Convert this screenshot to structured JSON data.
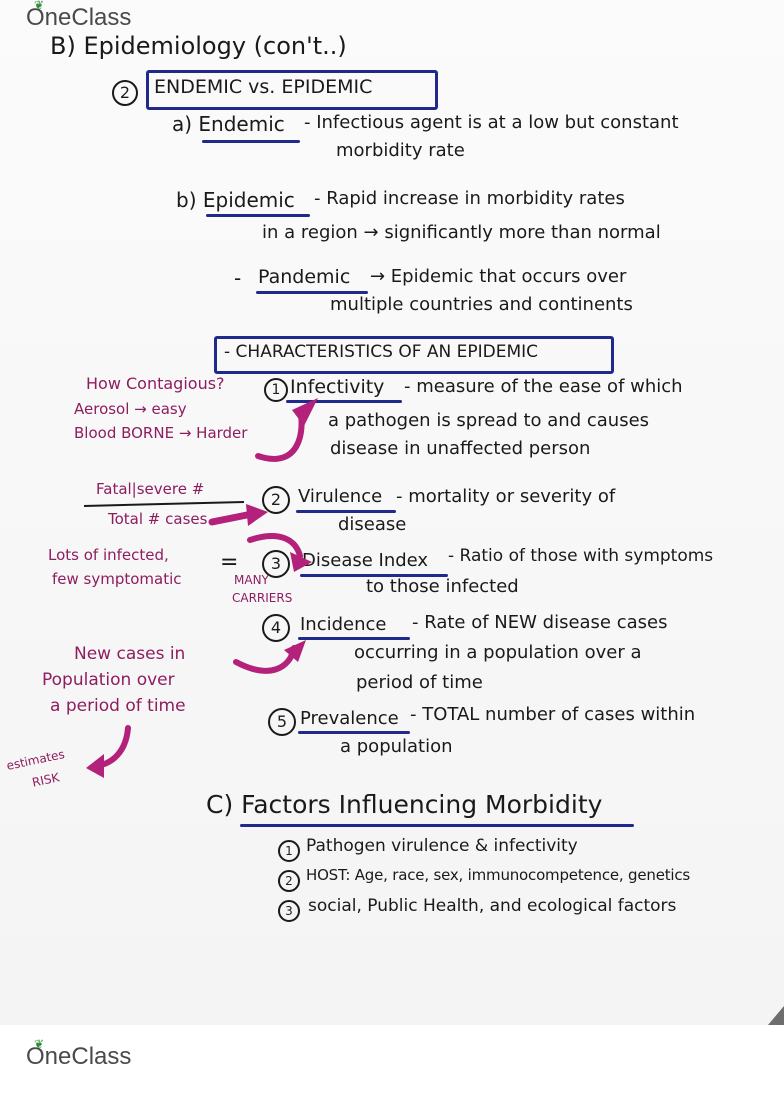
{
  "brand": {
    "logo_text": "OneClass",
    "leaf_color": "#2f8f3a"
  },
  "colors": {
    "ink": "#1a1a1a",
    "pen_blue": "#1f2a8a",
    "pen_magenta": "#8e1d5f"
  },
  "notes": {
    "heading": "B) Epidemiology (con't..)",
    "section2": {
      "number": "2",
      "title": "ENDEMIC vs. EPIDEMIC",
      "a_term": "a) Endemic",
      "a_def_1": "- Infectious agent is at a low but constant",
      "a_def_2": "morbidity rate",
      "b_term": "b) Epidemic",
      "b_def_1": "- Rapid increase in morbidity rates",
      "b_def_2": "in a region → significantly more than normal",
      "pandemic_dash": "-",
      "pandemic_term": "Pandemic",
      "pandemic_def_1": "→ Epidemic that occurs over",
      "pandemic_def_2": "multiple countries and continents"
    },
    "characteristics": {
      "title": "- CHARACTERISTICS OF AN EPIDEMIC",
      "items": [
        {
          "num": "1",
          "term": "Infectivity",
          "def_1": "- measure of the ease of which",
          "def_2": "a pathogen is spread to and causes",
          "def_3": "disease in unaffected person"
        },
        {
          "num": "2",
          "term": "Virulence",
          "def_1": "- mortality or severity of",
          "def_2": "disease"
        },
        {
          "num": "3",
          "term": "Disease Index",
          "def_1": "- Ratio of those with symptoms",
          "def_2": "to those infected"
        },
        {
          "num": "4",
          "term": "Incidence",
          "def_1": "- Rate of NEW disease cases",
          "def_2": "occurring in a population over a",
          "def_3": "period of time"
        },
        {
          "num": "5",
          "term": "Prevalence",
          "def_1": "- TOTAL number of cases within",
          "def_2": "a population"
        }
      ]
    },
    "margin": {
      "contagious_1": "How Contagious?",
      "contagious_2": "Aerosol → easy",
      "contagious_3": "Blood BORNE → Harder",
      "fatal_num": "Fatal|severe #",
      "fatal_den": "Total # cases",
      "infected_1": "Lots of infected,",
      "infected_2": "few symptomatic",
      "equals": "=",
      "carriers_1": "MANY",
      "carriers_2": "CARRIERS",
      "newcases_1": "New cases in",
      "newcases_2": "Population over",
      "newcases_3": "a period of time",
      "estimates_1": "estimates",
      "estimates_2": "RISK"
    },
    "sectionC": {
      "title": "C) Factors Influencing Morbidity",
      "items": [
        {
          "num": "1",
          "text": "Pathogen virulence & infectivity"
        },
        {
          "num": "2",
          "text": "HOST: Age, race, sex, immunocompetence, genetics"
        },
        {
          "num": "3",
          "text": "social, Public Health, and ecological factors"
        }
      ]
    }
  }
}
